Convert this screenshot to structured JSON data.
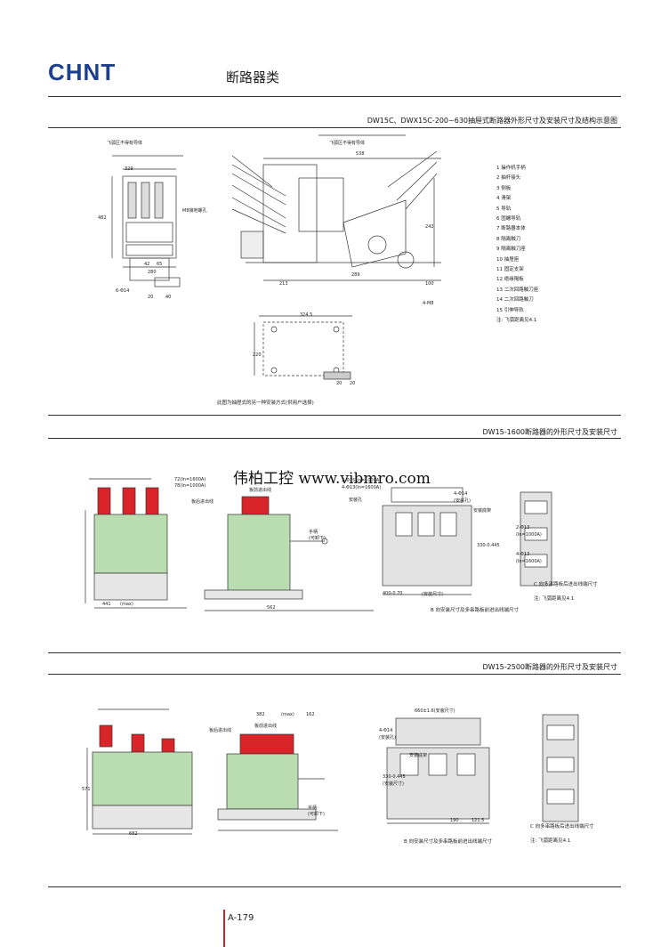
{
  "header": {
    "logo": "CHNT",
    "category": "断路器类"
  },
  "sections": [
    {
      "title": "DW15C、DWX15C-200~630抽屉式断路器外形尺寸及安装尺寸及结构示意图",
      "caption": "此图为抽屉式的另一种安装方式(供用户选择)"
    },
    {
      "title": "DW15-1600断路器的外形尺寸及安装尺寸",
      "caption_b": "B 向安装尺寸及多串路板前进出线端尺寸",
      "caption_c": "C 向多串路板后进出线端尺寸",
      "note": "注: 飞弧距离见4.1"
    },
    {
      "title": "DW15-2500断路器的外形尺寸及安装尺寸",
      "caption_b": "B 向安装尺寸及多串路板前进出线端尺寸",
      "caption_c": "C 向多串路板后进出线端尺寸",
      "note": "注: 飞弧距离见4.1"
    }
  ],
  "legend": [
    "1  操作机手柄",
    "2  抽杆接头",
    "3  侧板",
    "4  滑架",
    "5  导轨",
    "6  固螺导轨",
    "7  断路器本体",
    "8  隔离触刀",
    "9  隔离触刀座",
    "10  抽屉座",
    "11  固定支架",
    "12  绝缘隔板",
    "13  二次回路触刀座",
    "14  二次回路触刀",
    "15  引伸导轨",
    "注: 飞弧距离见4.1"
  ],
  "labels": {
    "s1": [
      "飞弧区不得有导体",
      "飞弧区不得有导体",
      "329",
      "538",
      "482",
      "M8接地螺孔",
      "42",
      "65",
      "280",
      "6-Φ14",
      "20",
      "40",
      "213",
      "289",
      "100",
      "242",
      "4-M8",
      "324.5",
      "220",
      "20",
      "20"
    ],
    "s2": [
      "72(In=1600A)",
      "78(In=1000A)",
      "板后进出线",
      "板前进出线",
      "手柄",
      "(可卸下)",
      "562",
      "441",
      "(max)",
      "2-Φ15(In=1000A)",
      "4-Φ13(In=1600A)",
      "安装孔",
      "安装底架",
      "4-Φ14",
      "(安装孔)",
      "400-0.70",
      "(安装尺寸)",
      "330-0.445",
      "2-Φ13",
      "(In=1000A)",
      "4-Φ13",
      "(In=1600A)"
    ],
    "s3": [
      "382",
      "(max)",
      "162",
      "板后进出线",
      "板前进出线",
      "手柄",
      "(可卸下)",
      "571",
      "682",
      "660±1.6(安装尺寸)",
      "4-Φ14",
      "(安装孔)",
      "安装底架",
      "330-0.445",
      "(安装尺寸)",
      "190",
      "121.5"
    ]
  },
  "watermark": "伟柏工控 www.vibmro.com",
  "page_number": "A-179",
  "colors": {
    "logo": "#1d3f8f",
    "breaker_green": "#b9dcb1",
    "breaker_red": "#d9252a",
    "rule": "#c0282e"
  }
}
